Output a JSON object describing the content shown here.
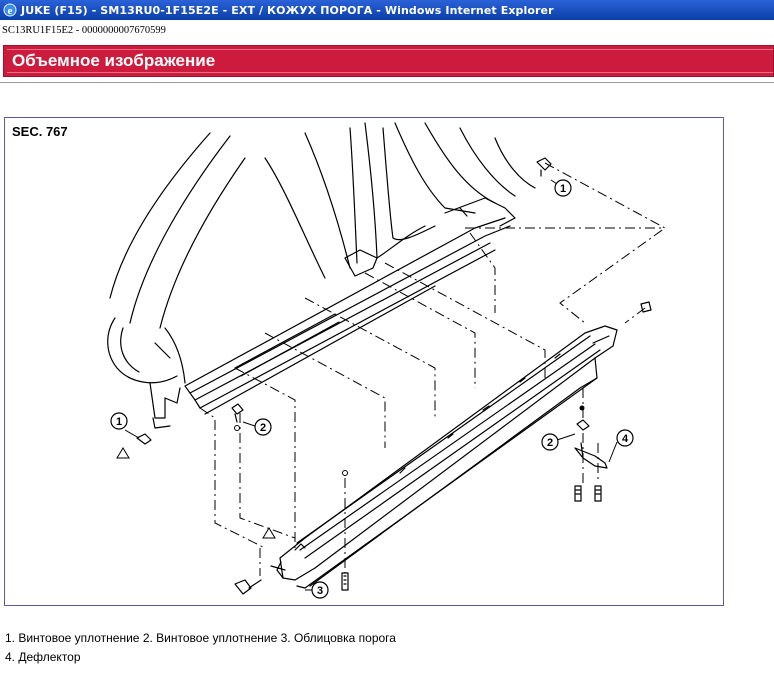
{
  "window": {
    "title": "JUKE (F15) - SM13RU0-1F15E2E - EXT / КОЖУХ ПОРОГА - Windows Internet Explorer",
    "icon": "ie-icon"
  },
  "document": {
    "id": "SC13RU1F15E2 - 0000000007670599",
    "section_title": "Объемное изображение"
  },
  "figure": {
    "section_code": "SEC. 767",
    "callouts": [
      "1",
      "1",
      "2",
      "2",
      "3",
      "4"
    ]
  },
  "legend": {
    "line1": "1. Винтовое уплотнение 2. Винтовое уплотнение 3. Облицовка порога",
    "line2": "4. Дефлектор"
  },
  "colors": {
    "titlebar": "#0a3ea8",
    "header": "#cc1b3c",
    "figure_border": "#5a5aa0"
  }
}
